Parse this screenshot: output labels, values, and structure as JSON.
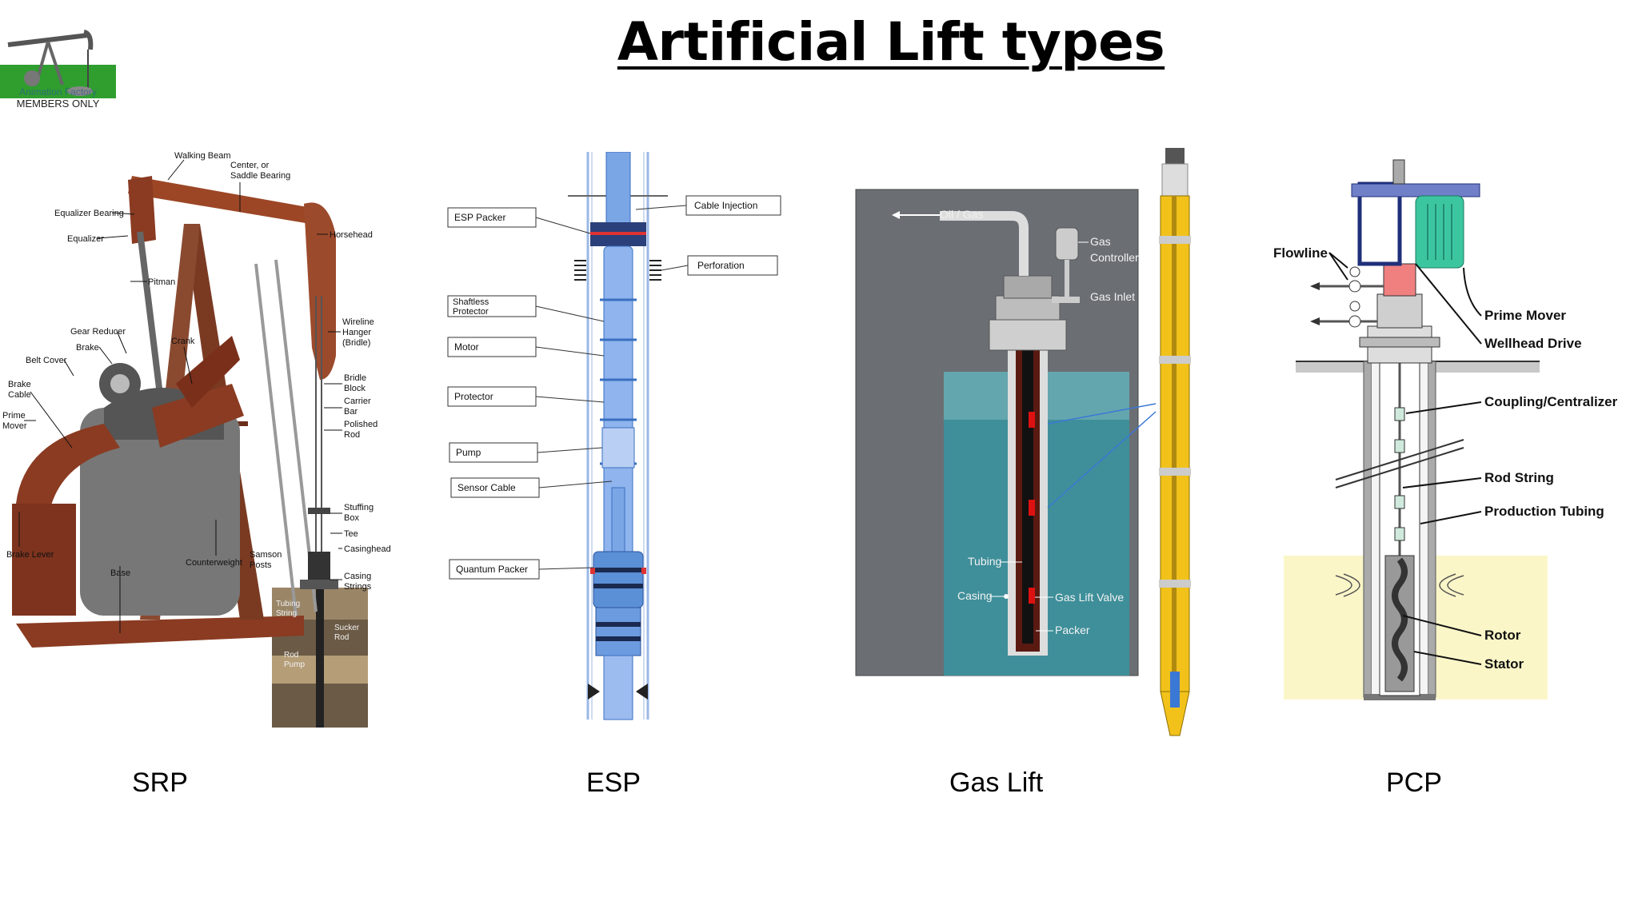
{
  "slide": {
    "title": "Artificial Lift types",
    "logo_caption": "MEMBERS ONLY",
    "logo_overlay": "Animation Factory"
  },
  "panels": {
    "srp": {
      "caption": "SRP",
      "labels": {
        "walking_beam": "Walking Beam",
        "center_bearing_1": "Center, or",
        "center_bearing_2": "Saddle Bearing",
        "equalizer_bearing": "Equalizer Bearing",
        "equalizer": "Equalizer",
        "horsehead": "Horsehead",
        "pitman": "Pitman",
        "gear_reducer": "Gear Reducer",
        "brake": "Brake",
        "crank": "Crank",
        "belt_cover": "Belt Cover",
        "brake_cable_1": "Brake",
        "brake_cable_2": "Cable",
        "prime_mover_1": "Prime",
        "prime_mover_2": "Mover",
        "wireline_1": "Wireline",
        "wireline_2": "Hanger",
        "wireline_3": "(Bridle)",
        "bridle_1": "Bridle",
        "bridle_2": "Block",
        "carrier_1": "Carrier",
        "carrier_2": "Bar",
        "polished_1": "Polished",
        "polished_2": "Rod",
        "stuffing_1": "Stuffing",
        "stuffing_2": "Box",
        "tee": "Tee",
        "casinghead": "Casinghead",
        "brake_lever": "Brake Lever",
        "base": "Base",
        "counterweight": "Counterweight",
        "samson_1": "Samson",
        "samson_2": "Posts",
        "casing_1": "Casing",
        "casing_2": "Strings",
        "tubing_1": "Tubing",
        "tubing_2": "String",
        "sucker_1": "Sucker",
        "sucker_2": "Rod",
        "pump_1": "Rod",
        "pump_2": "Pump"
      }
    },
    "esp": {
      "caption": "ESP",
      "labels": {
        "esp_packer": "ESP Packer",
        "cable_injection": "Cable Injection",
        "perforation": "Perforation",
        "shaftless_1": "Shaftless",
        "shaftless_2": "Protector",
        "motor": "Motor",
        "protector": "Protector",
        "pump": "Pump",
        "sensor_cable": "Sensor Cable",
        "quantum_packer": "Quantum Packer"
      }
    },
    "gas_lift": {
      "caption": "Gas Lift",
      "labels": {
        "oil_gas": "Oil / Gas",
        "gas_controller_1": "Gas",
        "gas_controller_2": "Controller",
        "gas_inlet": "Gas Inlet",
        "tubing": "Tubing",
        "casing": "Casing",
        "gas_lift_valve": "Gas Lift Valve",
        "packer": "Packer"
      }
    },
    "pcp": {
      "caption": "PCP",
      "labels": {
        "flowline": "Flowline",
        "prime_mover": "Prime Mover",
        "wellhead_drive": "Wellhead Drive",
        "coupling": "Coupling/Centralizer",
        "rod_string": "Rod String",
        "production_tubing": "Production Tubing",
        "rotor": "Rotor",
        "stator": "Stator"
      }
    }
  },
  "colors": {
    "srp_rust": "#8a3b22",
    "esp_blue": "#5b8fd6",
    "gas_panel": "#6b6f74",
    "gas_water": "#3e8f9a",
    "gas_tool_yellow": "#f2c21b",
    "pcp_motor_green": "#3cc6a0",
    "pcp_drive_red": "#f08080",
    "pcp_sand": "#fbf6c8"
  }
}
